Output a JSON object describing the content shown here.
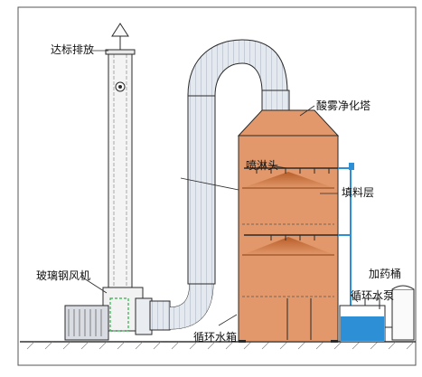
{
  "labels": {
    "exhaust": "达标排放",
    "tower": "酸雾净化塔",
    "spray_head": "喷淋头",
    "packing": "填料层",
    "fan": "玻璃钢风机",
    "dosing_tank": "加药桶",
    "pump": "循环水泵",
    "water_tank": "循环水箱"
  },
  "colors": {
    "tower_fill": "#e2986a",
    "packing_top": "#b85e2a",
    "water": "#2d8fd5",
    "pipe": "#d8dde6",
    "outline": "#2a2a2a"
  }
}
